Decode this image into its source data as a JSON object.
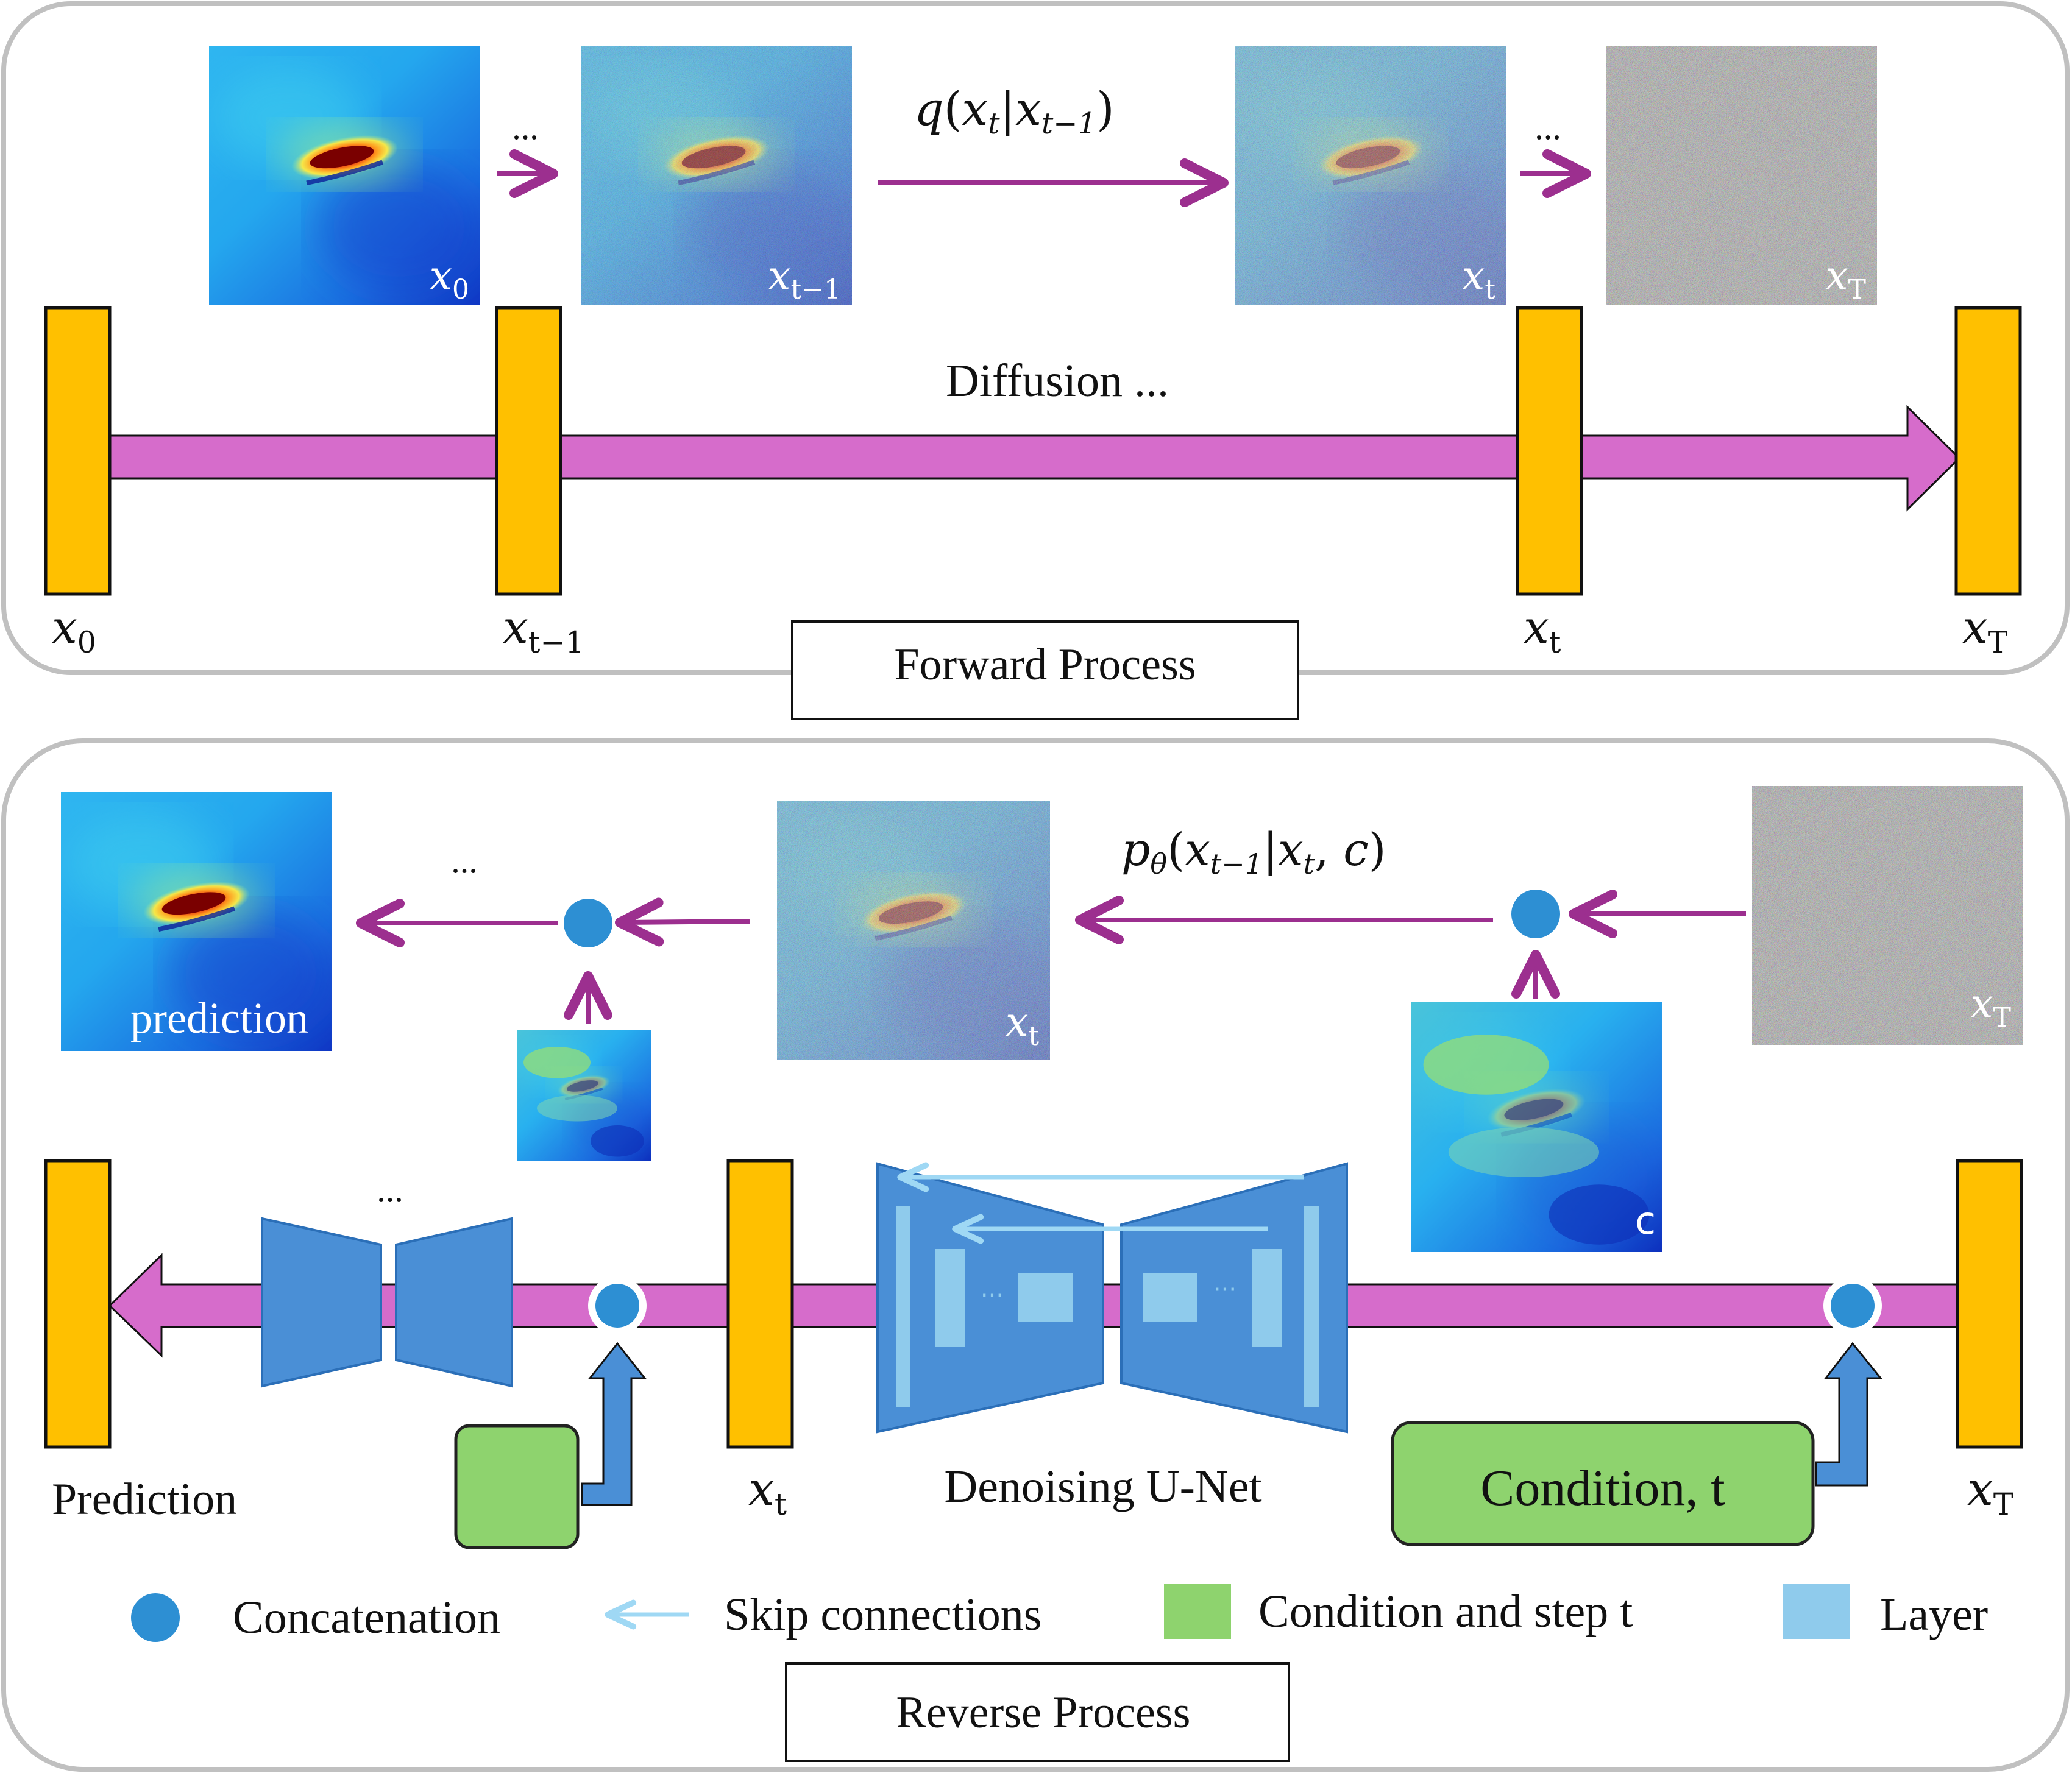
{
  "forward": {
    "caption": "Forward Process",
    "diffusion_label": "Diffusion ...",
    "equation": {
      "fn": "q",
      "arg_main": "x",
      "arg_main_sub": "t",
      "arg_cond": "x",
      "arg_cond_sub": "t−1"
    },
    "ellipsis": "...",
    "images": [
      {
        "label": "x",
        "sub": "0",
        "kind": "clean"
      },
      {
        "label": "x",
        "sub": "t−1",
        "kind": "noisy"
      },
      {
        "label": "x",
        "sub": "t",
        "kind": "noisier"
      },
      {
        "label": "x",
        "sub": "T",
        "kind": "noise"
      }
    ],
    "blocks": [
      {
        "label": "x",
        "sub": "0"
      },
      {
        "label": "x",
        "sub": "t−1"
      },
      {
        "label": "x",
        "sub": "t"
      },
      {
        "label": "x",
        "sub": "T"
      }
    ]
  },
  "reverse": {
    "caption": "Reverse Process",
    "equation": {
      "fn": "p",
      "fn_sub": "θ",
      "arg_main": "x",
      "arg_main_sub": "t−1",
      "arg_cond": "x",
      "arg_cond_sub": "t",
      "arg_extra": "c"
    },
    "ellipsis": "...",
    "prediction_image_label": "prediction",
    "xt_image": {
      "label": "x",
      "sub": "t"
    },
    "xT_image": {
      "label": "x",
      "sub": "T"
    },
    "condition_image_label": "c",
    "unet_label": "Denoising U-Net",
    "condition_box_label": "Condition, t",
    "inner_ellipsis": "···",
    "prediction_block_label": "Prediction",
    "xt_block": {
      "label": "x",
      "sub": "t"
    },
    "xT_block": {
      "label": "x",
      "sub": "T"
    }
  },
  "legend": {
    "concat": "Concatenation",
    "skip": "Skip connections",
    "cond": "Condition and step t",
    "layer": "Layer"
  },
  "colors": {
    "panel_border": "#c0c0c0",
    "block_fill": "#ffc000",
    "block_stroke": "#111111",
    "arrow_fill": "#d66ccb",
    "small_arrow": "#9c2f8f",
    "unet_fill": "#4a8fd6",
    "unet_stroke": "#2b6fb8",
    "layer_fill": "#8fcbec",
    "skip_line": "#9fd8f4",
    "concat_fill": "#2d8fd3",
    "condition_fill": "#8ed36e",
    "condition_stroke": "#222222"
  }
}
